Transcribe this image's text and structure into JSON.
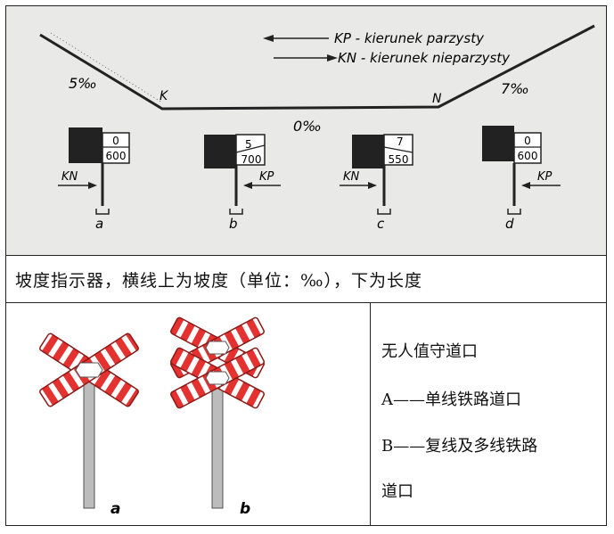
{
  "diagram": {
    "legend_kp": "KP - kierunek parzysty",
    "legend_kn": "KN - kierunek nieparzysty",
    "slope_left": "5‰",
    "slope_right": "7‰",
    "slope_mid": "0‰",
    "point_k": "K",
    "point_n": "N",
    "boards": [
      {
        "label": "a",
        "top": "0",
        "bottom": "600",
        "arrow": "KN"
      },
      {
        "label": "b",
        "top": "5",
        "bottom": "700",
        "arrow": "KP"
      },
      {
        "label": "c",
        "top": "7",
        "bottom": "550",
        "arrow": "KN"
      },
      {
        "label": "d",
        "top": "0",
        "bottom": "600",
        "arrow": "KP"
      }
    ]
  },
  "caption": "坡度指示器，横线上为坡度（单位：‰），下为长度",
  "crossing": {
    "label_a": "a",
    "label_b": "b",
    "lines": [
      "无人值守道口",
      "A——单线铁路道口",
      "B——复线及多线铁路",
      "道口"
    ]
  }
}
